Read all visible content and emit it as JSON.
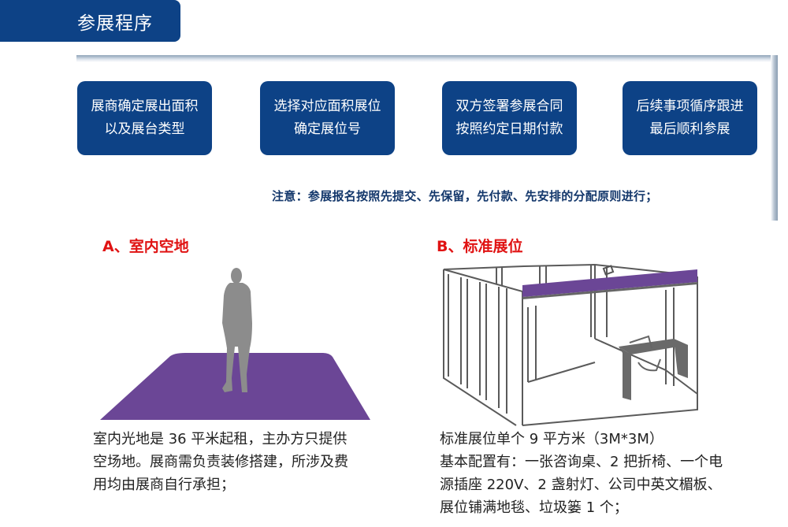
{
  "header": {
    "title": "参展程序"
  },
  "process": {
    "steps": [
      {
        "line1": "展商确定展出面积",
        "line2": "以及展台类型"
      },
      {
        "line1": "选择对应面积展位",
        "line2": "确定展位号"
      },
      {
        "line1": "双方签署参展合同",
        "line2": "按照约定日期付款"
      },
      {
        "line1": "后续事项循序跟进",
        "line2": "最后顺利参展"
      }
    ],
    "note": "注意：参展报名按照先提交、先保留，先付款、先安排的分配原则进行；"
  },
  "colors": {
    "brand_blue": "#0d4286",
    "title_red": "#e01313",
    "carpet_purple": "#6b4696",
    "figure_gray": "#8c8c8c"
  },
  "section_a": {
    "title": "A、室内空地",
    "illustration": "person-on-purple-carpet",
    "lines": [
      "室内光地是 36 平米起租，主办方只提供",
      "空场地。展商需负责装修搭建，所涉及费",
      "用均由展商自行承担；"
    ]
  },
  "section_b": {
    "title": "B、标准展位",
    "illustration": "standard-booth-frame",
    "lines": [
      "标准展位单个 9 平方米（3M*3M）",
      "基本配置有：一张咨询桌、2 把折椅、一个电",
      "源插座 220V、2 盏射灯、公司中英文楣板、",
      "展位铺满地毯、垃圾篓 1 个；"
    ]
  }
}
